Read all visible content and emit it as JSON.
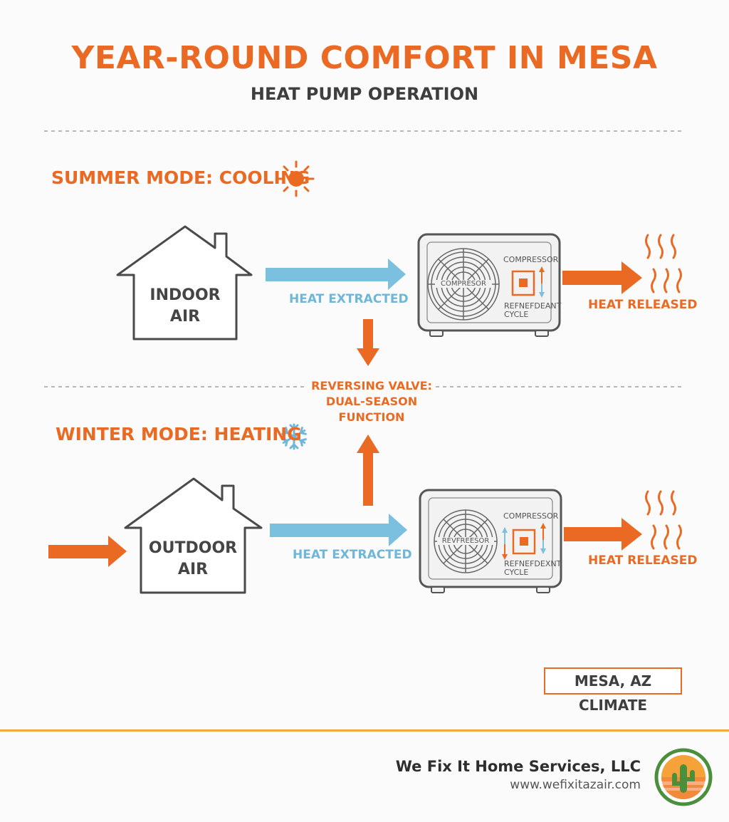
{
  "header": {
    "title": "YEAR-ROUND COMFORT IN MESA",
    "subtitle": "HEAT PUMP OPERATION"
  },
  "summer": {
    "title": "SUMMER MODE: COOLING",
    "icon": "sun-icon",
    "house_line1": "INDOOR",
    "house_line2": "AIR",
    "flow_label": "HEAT EXTRACTED",
    "release_label": "HEAT RELEASED",
    "unit": {
      "fan_label": "COMPRESOR",
      "compressor_label": "COMPRESSOR",
      "cycle_line1": "REFNEFDEANT",
      "cycle_line2": "CYCLE"
    }
  },
  "valve": {
    "line1": "REVERSING VALVE:",
    "line2": "DUAL-SEASON",
    "line3": "FUNCTION"
  },
  "winter": {
    "title": "WINTER MODE: HEATING",
    "icon": "snowflake-icon",
    "house_line1": "OUTDOOR",
    "house_line2": "AIR",
    "flow_label": "HEAT EXTRACTED",
    "release_label": "HEAT RELEASED",
    "unit": {
      "fan_label": "REVFREESOR",
      "compressor_label": "COMPRESSOR",
      "cycle_line1": "REFNEFDEXNT",
      "cycle_line2": "CYCLE"
    }
  },
  "badge": "MESA, AZ CLIMATE",
  "footer": {
    "company": "We Fix It Home Services, LLC",
    "website": "www.wefixitazair.com"
  },
  "colors": {
    "orange": "#ea6a24",
    "blue": "#7cc0e0",
    "dark": "#3e3e3e",
    "footer_line": "#f2a93b"
  }
}
